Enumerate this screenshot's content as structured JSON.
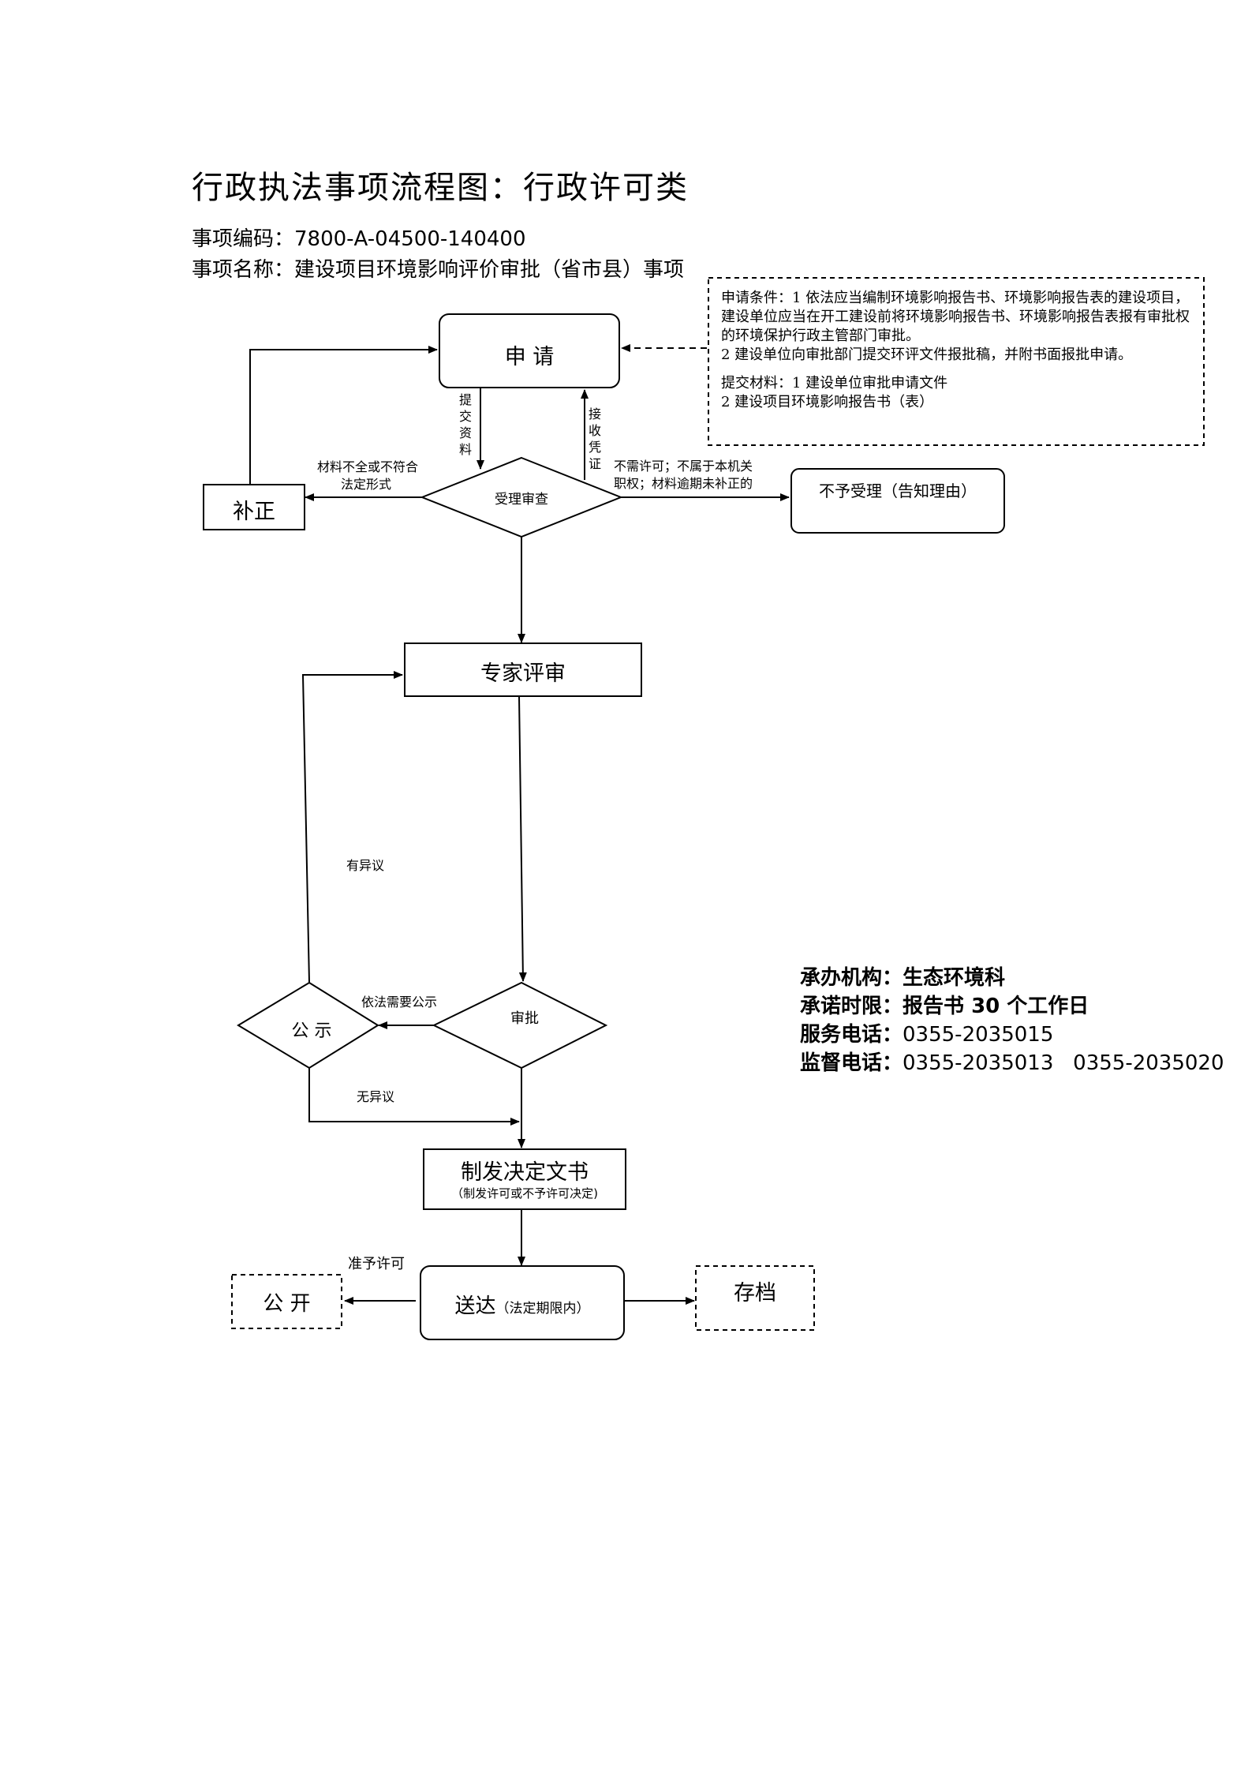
{
  "header": {
    "title": "行政执法事项流程图：行政许可类",
    "code": "事项编码：7800-A-04500-140400",
    "name": "事项名称：建设项目环境影响评价审批（省市县）事项"
  },
  "conditions": {
    "line1": "申请条件：1 依法应当编制环境影响报告书、环境影响报告表的建设项目，建设单位应当在开工建设前将环境影响报告书、环境影响报告表报有审批权的环境保护行政主管部门审批。",
    "line2": "2 建设单位向审批部门提交环评文件报批稿，并附书面报批申请。",
    "line3": "提交材料：1 建设单位审批申请文件",
    "line4": "2 建设项目环境影响报告书（表）"
  },
  "nodes": {
    "apply": "申  请",
    "review": "受理审查",
    "supplement": "补正",
    "reject": "不予受理（告知理由）",
    "expert": "专家评审",
    "approve": "审批",
    "publicity": "公  示",
    "decision": "制发决定文书",
    "decision_sub": "（制发许可或不予许可决定)",
    "deliver": "送达",
    "deliver_sub": "（法定期限内）",
    "disclose": "公  开",
    "archive": "存档"
  },
  "edges": {
    "submit": "提交资料",
    "receipt": "接收凭证",
    "incomplete_1": "材料不全或不符合",
    "incomplete_2": "法定形式",
    "noneed_1": "不需许可；不属于本机关",
    "noneed_2": "职权；材料逾期未补正的",
    "objection": "有异议",
    "need_public": "依法需要公示",
    "no_objection": "无异议",
    "grant": "准予许可"
  },
  "info": {
    "org_label": "承办机构：",
    "org_value": "生态环境科",
    "time_label": "承诺时限：",
    "time_value": "报告书 30 个工作日",
    "phone_label": "服务电话：",
    "phone_value": "0355-2035015",
    "supervise_label": "监督电话：",
    "supervise_value": "0355-2035013   0355-2035020"
  }
}
